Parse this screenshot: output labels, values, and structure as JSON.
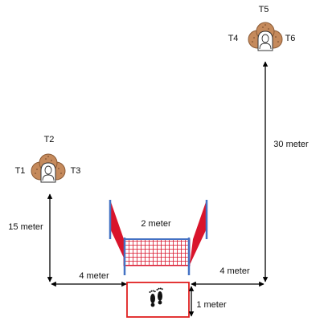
{
  "targets": {
    "t1": "T1",
    "t2": "T2",
    "t3": "T3",
    "t4": "T4",
    "t5": "T5",
    "t6": "T6"
  },
  "distances": {
    "left_vertical": "15 meter",
    "left_horizontal": "4 meter",
    "right_vertical": "30 meter",
    "right_horizontal": "4 meter",
    "net_width": "2 meter",
    "box_height": "1 meter"
  },
  "colors": {
    "net_red": "#d9142b",
    "post_blue": "#4472c4",
    "box_red": "#e02020",
    "target_tan": "#c58a5c",
    "target_dark": "#8a5a35",
    "arrow": "#000000"
  },
  "icons": {
    "footprints": "footprints-icon",
    "target_cluster": "target-cluster-icon"
  }
}
